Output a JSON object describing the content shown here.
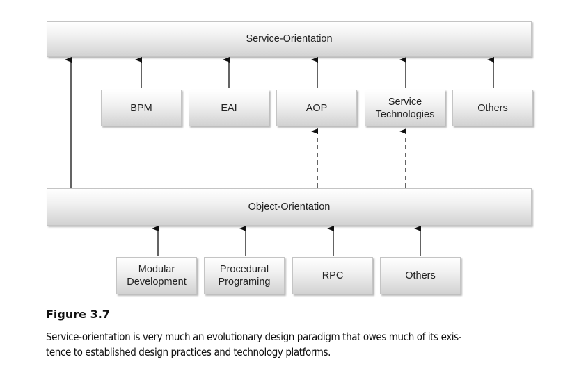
{
  "diagram": {
    "service_orientation": "Service-Orientation",
    "object_orientation": "Object-Orientation",
    "service_row": [
      "BPM",
      "EAI",
      "AOP",
      "Service\nTechnologies",
      "Others"
    ],
    "object_row": [
      "Modular\nDevelopment",
      "Procedural\nPrograming",
      "RPC",
      "Others"
    ]
  },
  "figure": {
    "title": "Figure 3.7",
    "caption_line1": "Service-orientation is very much an evolutionary design paradigm that owes much of its exis-",
    "caption_line2": "tence to established design practices and technology platforms."
  }
}
